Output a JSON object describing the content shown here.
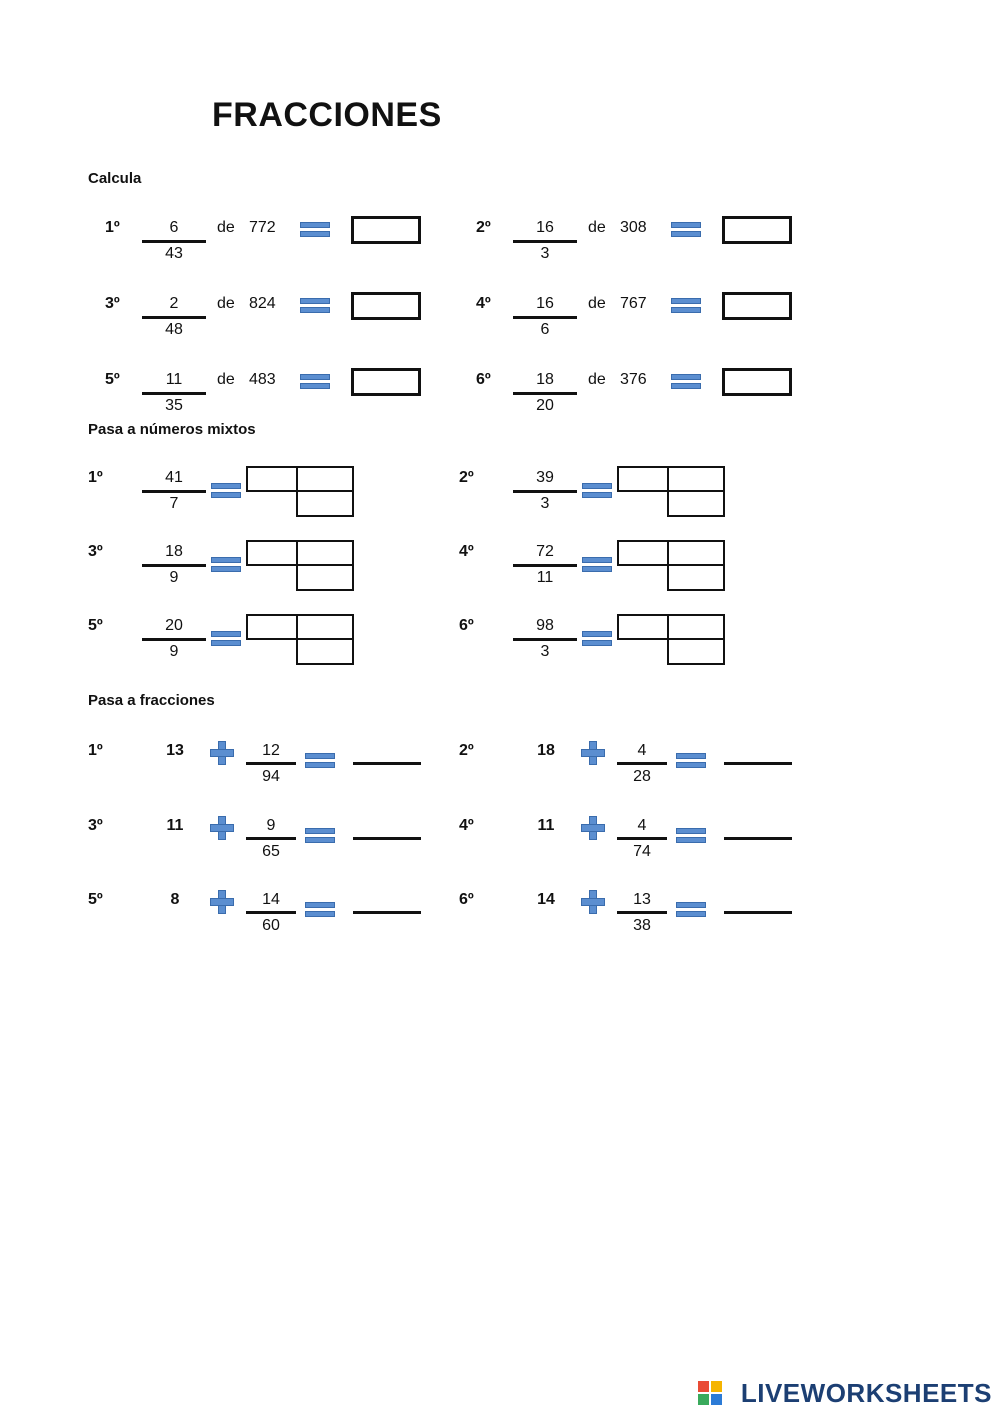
{
  "title": "FRACCIONES",
  "sections": {
    "calcula": "Calcula",
    "mixtos": "Pasa a números mixtos",
    "fracciones": "Pasa a fracciones"
  },
  "of_word": "de",
  "calcula": [
    {
      "label": "1º",
      "num": "6",
      "den": "43",
      "of": "772"
    },
    {
      "label": "2º",
      "num": "16",
      "den": "3",
      "of": "308"
    },
    {
      "label": "3º",
      "num": "2",
      "den": "48",
      "of": "824"
    },
    {
      "label": "4º",
      "num": "16",
      "den": "6",
      "of": "767"
    },
    {
      "label": "5º",
      "num": "11",
      "den": "35",
      "of": "483"
    },
    {
      "label": "6º",
      "num": "18",
      "den": "20",
      "of": "376"
    }
  ],
  "mixtos": [
    {
      "label": "1º",
      "num": "41",
      "den": "7"
    },
    {
      "label": "2º",
      "num": "39",
      "den": "3"
    },
    {
      "label": "3º",
      "num": "18",
      "den": "9"
    },
    {
      "label": "4º",
      "num": "72",
      "den": "11"
    },
    {
      "label": "5º",
      "num": "20",
      "den": "9"
    },
    {
      "label": "6º",
      "num": "98",
      "den": "3"
    }
  ],
  "fracciones": [
    {
      "label": "1º",
      "whole": "13",
      "num": "12",
      "den": "94"
    },
    {
      "label": "2º",
      "whole": "18",
      "num": "4",
      "den": "28"
    },
    {
      "label": "3º",
      "whole": "11",
      "num": "9",
      "den": "65"
    },
    {
      "label": "4º",
      "whole": "11",
      "num": "4",
      "den": "74"
    },
    {
      "label": "5º",
      "whole": "8",
      "num": "14",
      "den": "60"
    },
    {
      "label": "6º",
      "whole": "14",
      "num": "13",
      "den": "38"
    }
  ],
  "logo_text": "LIVEWORKSHEETS",
  "colors": {
    "symbol": "#5b8ed0",
    "symbol_border": "#3a6cad",
    "logo": "#1c3f73"
  }
}
